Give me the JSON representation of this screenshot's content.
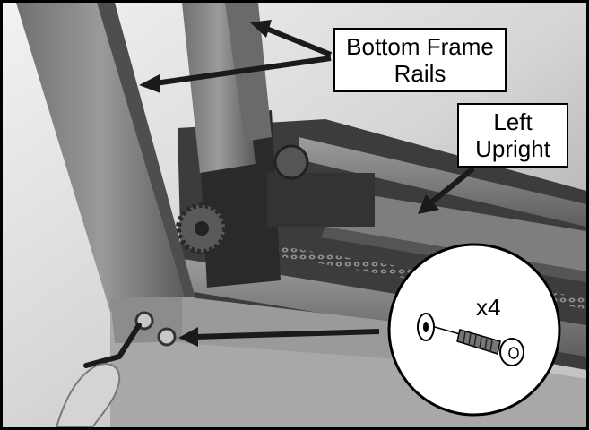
{
  "labels": {
    "bottom_frame_rails_line1": "Bottom Frame",
    "bottom_frame_rails_line2": "Rails",
    "left_upright_line1": "Left",
    "left_upright_line2": "Upright",
    "quantity": "x4"
  }
}
